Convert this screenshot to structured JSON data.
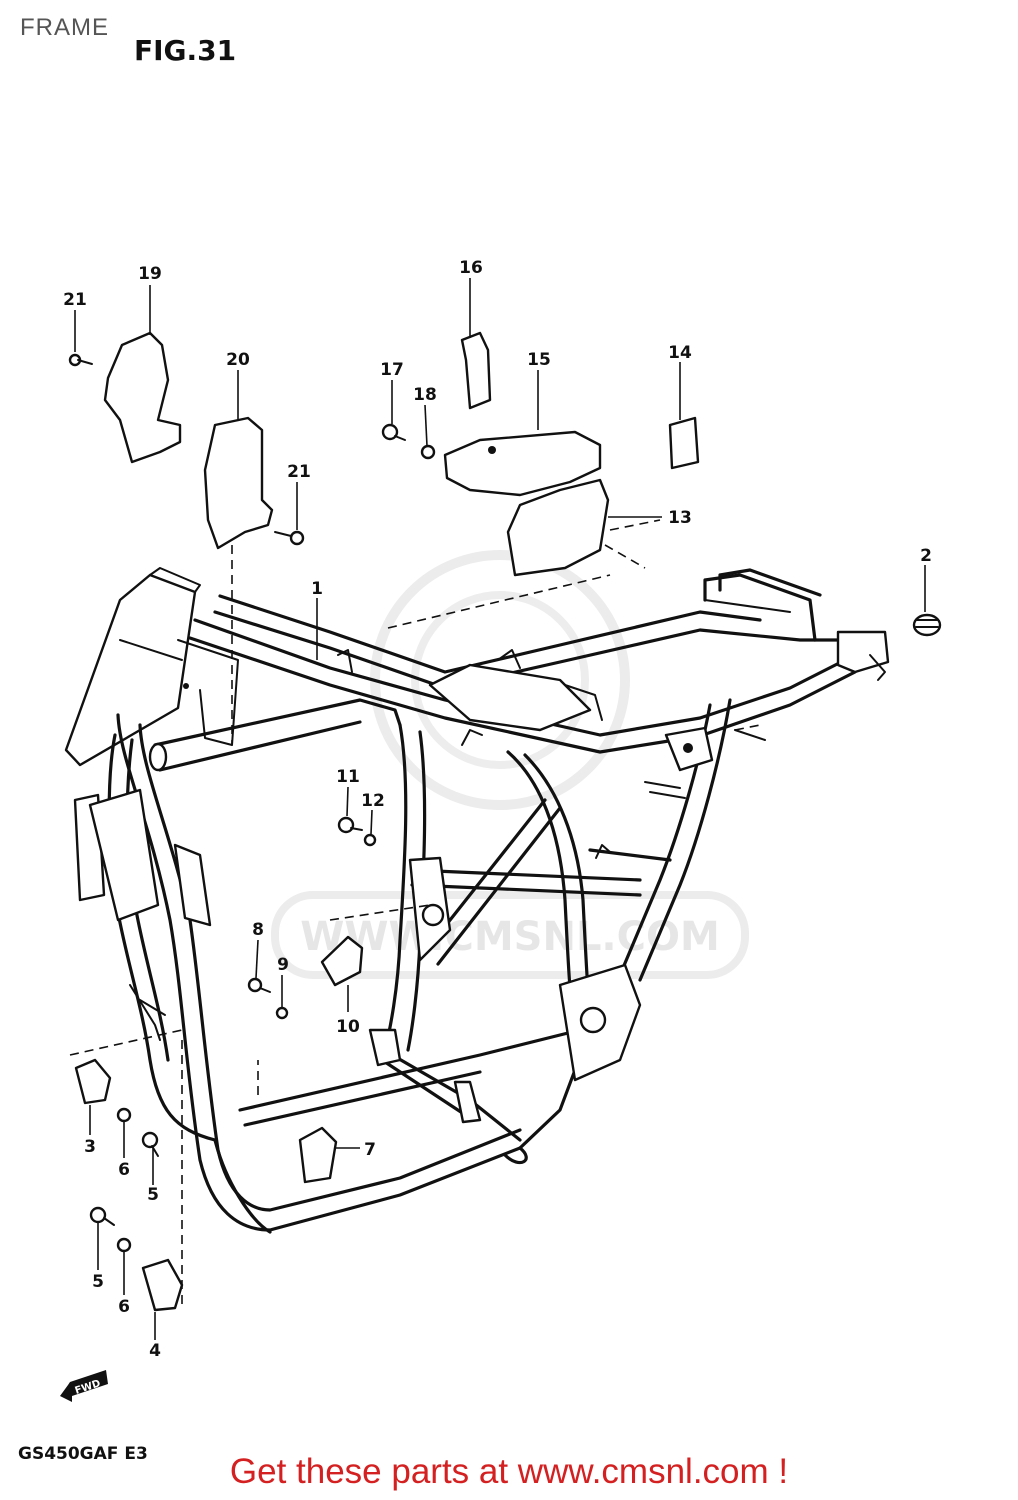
{
  "header": {
    "title": "FRAME"
  },
  "figure": {
    "label": "FIG.31",
    "model": "GS450GAF E3"
  },
  "watermark": {
    "text": "WWW.CMSNL.COM"
  },
  "fwd_marker": {
    "text": "FWD"
  },
  "footer": {
    "text": "Get these parts at www.cmsnl.com !"
  },
  "callouts": [
    {
      "id": "c1",
      "label": "1"
    },
    {
      "id": "c2",
      "label": "2"
    },
    {
      "id": "c3",
      "label": "3"
    },
    {
      "id": "c4",
      "label": "4"
    },
    {
      "id": "c5a",
      "label": "5"
    },
    {
      "id": "c5b",
      "label": "5"
    },
    {
      "id": "c6a",
      "label": "6"
    },
    {
      "id": "c6b",
      "label": "6"
    },
    {
      "id": "c7",
      "label": "7"
    },
    {
      "id": "c8",
      "label": "8"
    },
    {
      "id": "c9",
      "label": "9"
    },
    {
      "id": "c10",
      "label": "10"
    },
    {
      "id": "c11",
      "label": "11"
    },
    {
      "id": "c12",
      "label": "12"
    },
    {
      "id": "c13",
      "label": "13"
    },
    {
      "id": "c14",
      "label": "14"
    },
    {
      "id": "c15",
      "label": "15"
    },
    {
      "id": "c16",
      "label": "16"
    },
    {
      "id": "c17",
      "label": "17"
    },
    {
      "id": "c18",
      "label": "18"
    },
    {
      "id": "c19",
      "label": "19"
    },
    {
      "id": "c20",
      "label": "20"
    },
    {
      "id": "c21a",
      "label": "21"
    },
    {
      "id": "c21b",
      "label": "21"
    }
  ]
}
